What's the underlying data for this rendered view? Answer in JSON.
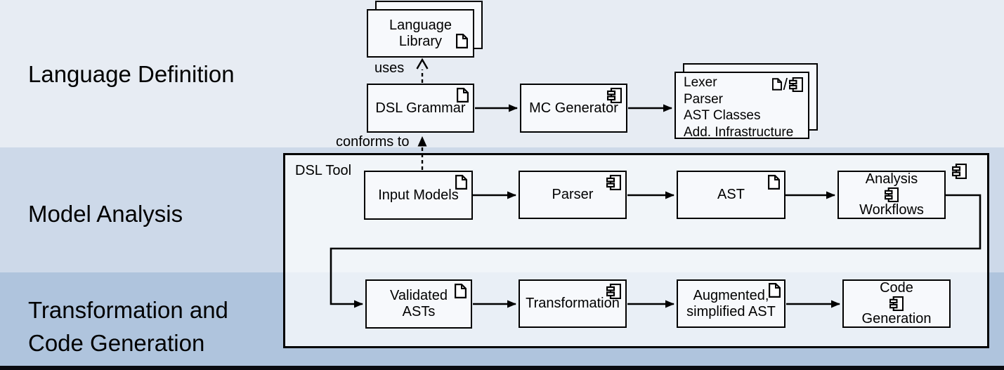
{
  "bands": {
    "language_definition": {
      "label": "Language Definition"
    },
    "model_analysis": {
      "label": "Model Analysis"
    },
    "transformation_codegen": {
      "label_line1": "Transformation and",
      "label_line2": "Code Generation"
    }
  },
  "container": {
    "label": "DSL Tool",
    "icon": "component-icon"
  },
  "edge_labels": {
    "uses": "uses",
    "conforms_to": "conforms to"
  },
  "nodes": {
    "language_library": {
      "lines": [
        "Language",
        "Library"
      ],
      "icon": "document-icon",
      "stacked": true
    },
    "dsl_grammar": {
      "lines": [
        "DSL Grammar"
      ],
      "icon": "document-icon"
    },
    "mc_generator": {
      "lines": [
        "MC Generator"
      ],
      "icon": "component-icon"
    },
    "generated_artifacts": {
      "lines": [
        "Lexer",
        "Parser",
        "AST Classes",
        "Add. Infrastructure"
      ],
      "icon": "document-or-component-icon",
      "stacked": true
    },
    "input_models": {
      "lines": [
        "Input Models"
      ],
      "icon": "document-icon"
    },
    "parser": {
      "lines": [
        "Parser"
      ],
      "icon": "component-icon"
    },
    "ast": {
      "lines": [
        "AST"
      ],
      "icon": "document-icon"
    },
    "analysis_workflows": {
      "lines": [
        "Analysis",
        "Workflows"
      ],
      "icon": "component-icon"
    },
    "validated_asts": {
      "lines": [
        "Validated",
        "ASTs"
      ],
      "icon": "document-icon"
    },
    "transformation": {
      "lines": [
        "Transformation"
      ],
      "icon": "component-icon"
    },
    "augmented_ast": {
      "lines": [
        "Augmented,",
        "simplified AST"
      ],
      "icon": "document-icon"
    },
    "code_generation": {
      "lines": [
        "Code",
        "Generation"
      ],
      "icon": "component-icon"
    }
  },
  "edges": [
    {
      "from": "DSL Grammar",
      "to": "Language Library",
      "label": "uses",
      "style": "dashed-open-head"
    },
    {
      "from": "Input Models",
      "to": "DSL Grammar",
      "label": "conforms to",
      "style": "dashed-filled-head"
    },
    {
      "from": "DSL Grammar",
      "to": "MC Generator",
      "style": "solid"
    },
    {
      "from": "MC Generator",
      "to": "Lexer / Parser / AST Classes / Add. Infrastructure",
      "style": "solid"
    },
    {
      "from": "Input Models",
      "to": "Parser",
      "style": "solid"
    },
    {
      "from": "Parser",
      "to": "AST",
      "style": "solid"
    },
    {
      "from": "AST",
      "to": "Analysis Workflows",
      "style": "solid"
    },
    {
      "from": "Analysis Workflows",
      "to": "Validated ASTs",
      "style": "solid-routed"
    },
    {
      "from": "Validated ASTs",
      "to": "Transformation",
      "style": "solid"
    },
    {
      "from": "Transformation",
      "to": "Augmented, simplified AST",
      "style": "solid"
    },
    {
      "from": "Augmented, simplified AST",
      "to": "Code Generation",
      "style": "solid"
    }
  ],
  "colors": {
    "band1": "#e7ecf3",
    "band2": "#cdd9e9",
    "band3": "#afc4dd",
    "node_fill": "#f7f9fc",
    "stroke": "#000000",
    "footer_bar": "#0a0b10"
  }
}
